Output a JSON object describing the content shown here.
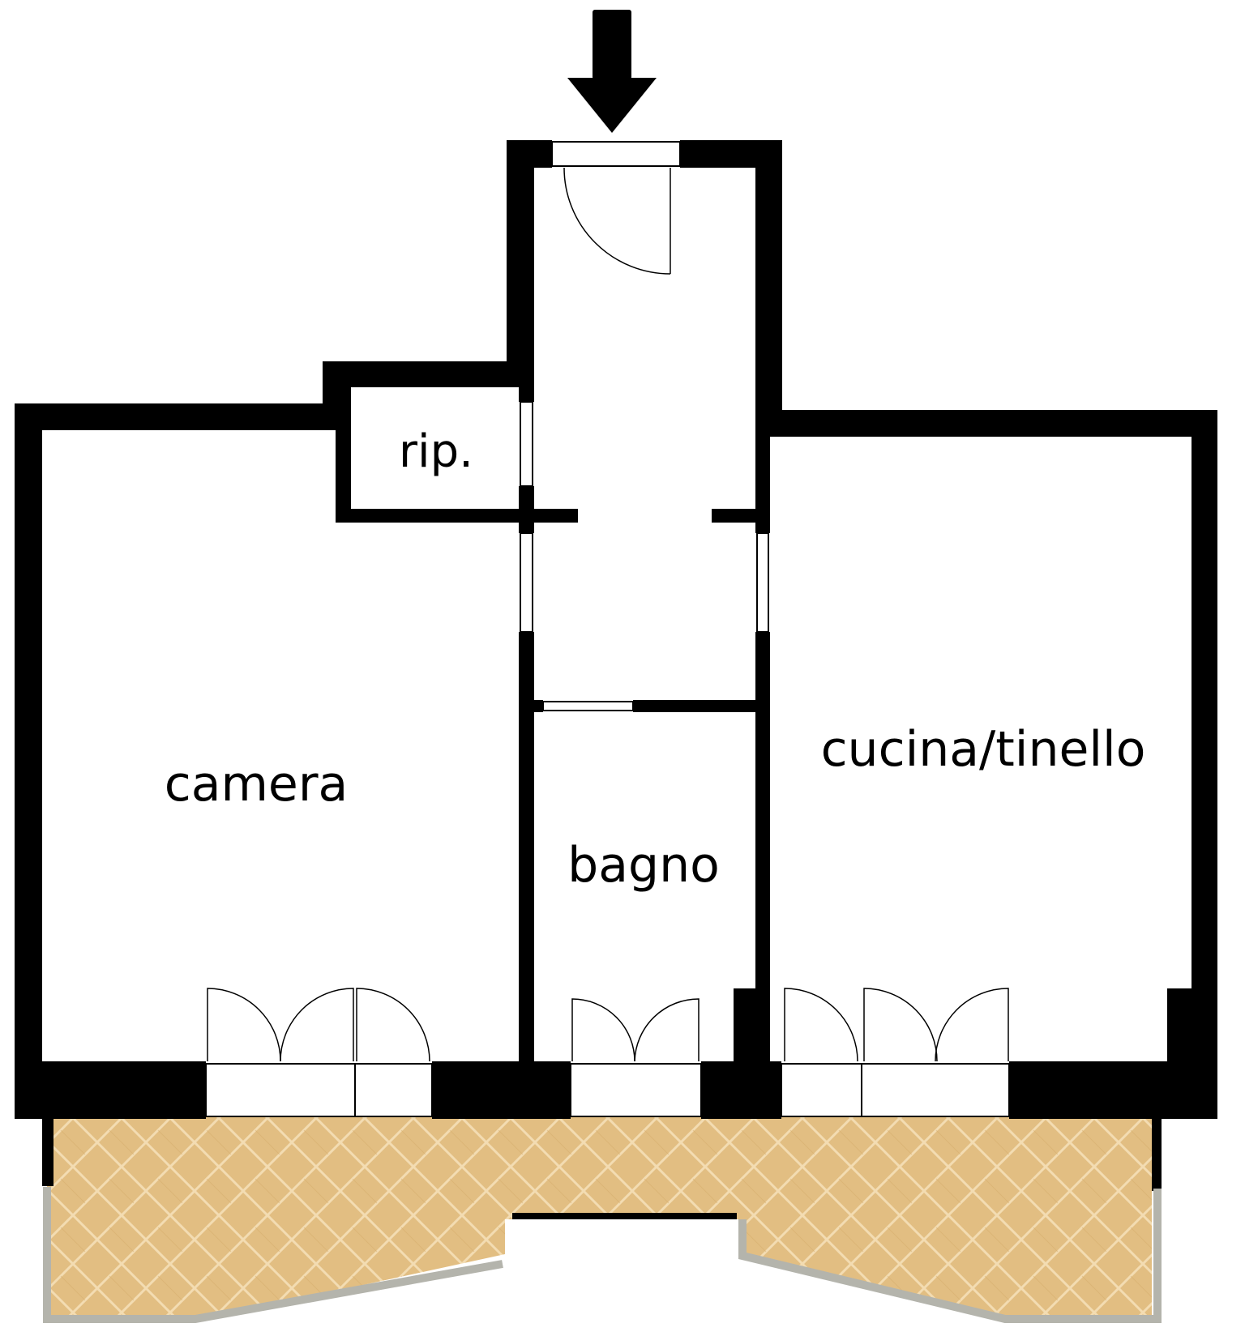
{
  "rooms": {
    "storage": "rip.",
    "bedroom": "camera",
    "bathroom": "bagno",
    "kitchen": "cucina/tinello"
  },
  "colors": {
    "wall": "#000000",
    "background": "#ffffff",
    "terrace": "#e2be82",
    "terrace_pattern": "#f3dcb2",
    "railing": "#b4b4ac"
  }
}
